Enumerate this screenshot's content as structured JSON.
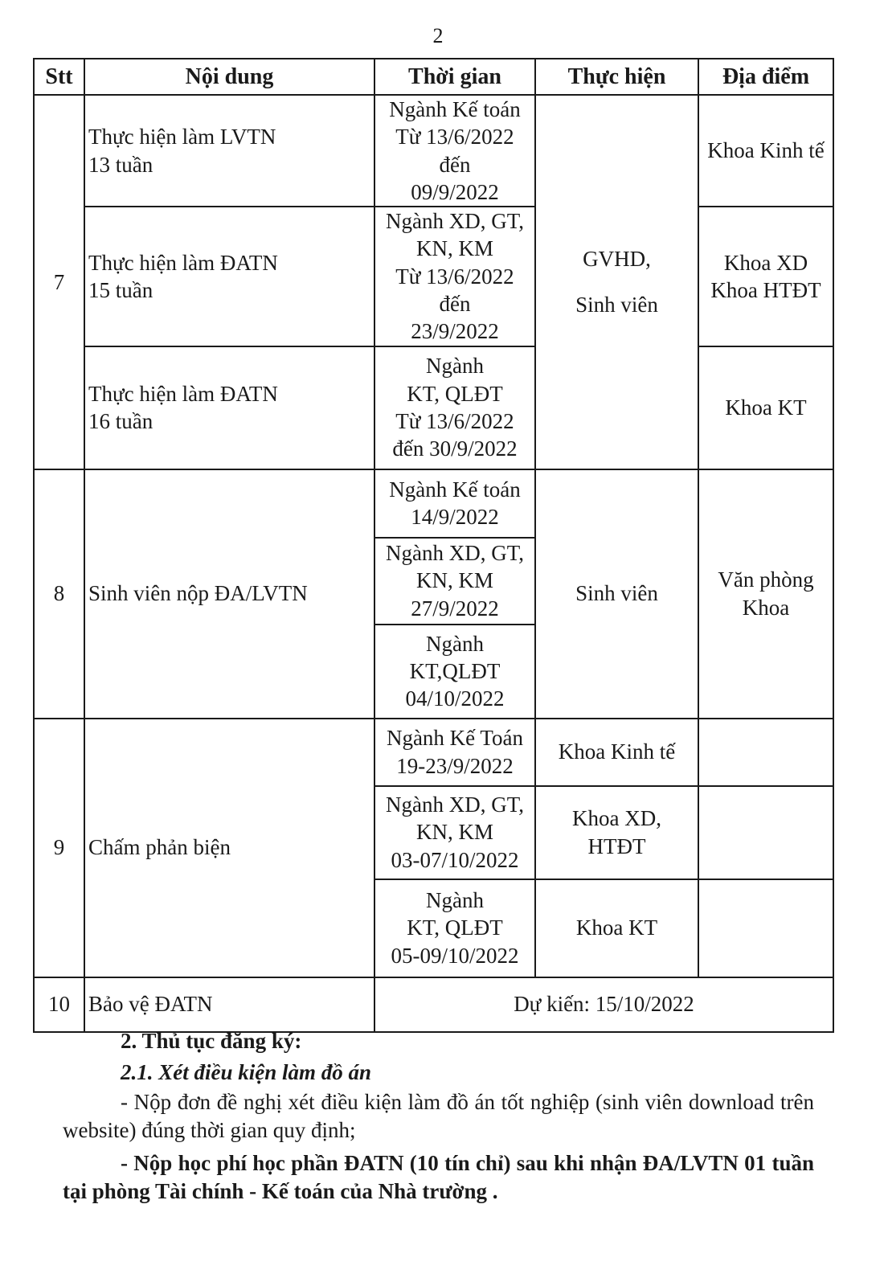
{
  "page_number": "2",
  "table": {
    "headers": [
      "Stt",
      "Nội dung",
      "Thời gian",
      "Thực hiện",
      "Địa điểm"
    ],
    "row7": {
      "stt": "7",
      "r1": {
        "content": [
          "Thực hiện làm LVTN",
          "13 tuần"
        ],
        "time": [
          "Ngành Kế toán",
          "Từ 13/6/2022 đến",
          "09/9/2022"
        ],
        "place": [
          "Khoa Kinh tế"
        ]
      },
      "r2": {
        "content": [
          "Thực hiện làm ĐATN",
          "15 tuần"
        ],
        "time": [
          "Ngành XD, GT,",
          "KN, KM",
          "Từ 13/6/2022 đến",
          "23/9/2022"
        ],
        "place": [
          "Khoa XD",
          "Khoa HTĐT"
        ]
      },
      "r3": {
        "content": [
          "Thực hiện làm ĐATN",
          "16 tuần"
        ],
        "time": [
          "Ngành",
          "KT, QLĐT",
          "Từ 13/6/2022",
          "đến 30/9/2022"
        ],
        "place": [
          "Khoa KT"
        ]
      },
      "performer": [
        "GVHD,",
        "Sinh viên"
      ]
    },
    "row8": {
      "stt": "8",
      "content": "Sinh viên nộp ĐA/LVTN",
      "times": [
        [
          "Ngành Kế toán",
          "14/9/2022"
        ],
        [
          "Ngành XD, GT,",
          "KN, KM",
          "27/9/2022"
        ],
        [
          "Ngành",
          "KT,QLĐT",
          "04/10/2022"
        ]
      ],
      "performer": "Sinh viên",
      "place": [
        "Văn phòng",
        "Khoa"
      ]
    },
    "row9": {
      "stt": "9",
      "content": "Chấm phản biện",
      "items": [
        {
          "time": [
            "Ngành Kế Toán",
            "19-23/9/2022"
          ],
          "performer": [
            "Khoa Kinh tế"
          ]
        },
        {
          "time": [
            "Ngành XD, GT,",
            "KN, KM",
            "03-07/10/2022"
          ],
          "performer": [
            "Khoa XD,",
            "HTĐT"
          ]
        },
        {
          "time": [
            "Ngành",
            "KT, QLĐT",
            "05-09/10/2022"
          ],
          "performer": [
            "Khoa KT"
          ]
        }
      ]
    },
    "row10": {
      "stt": "10",
      "content": "Bảo vệ ĐATN",
      "time": "Dự kiến: 15/10/2022"
    }
  },
  "section": {
    "heading": "2. Thủ tục đăng ký:",
    "subheading": "2.1. Xét điều kiện làm đồ án",
    "para1": "- Nộp đơn đề nghị xét điều kiện làm đồ án tốt nghiệp (sinh viên download trên website) đúng thời gian quy định;",
    "para2": "- Nộp học phí học phần ĐATN (10 tín chỉ) sau khi nhận ĐA/LVTN 01 tuần tại phòng Tài chính - Kế toán của Nhà trường ."
  }
}
